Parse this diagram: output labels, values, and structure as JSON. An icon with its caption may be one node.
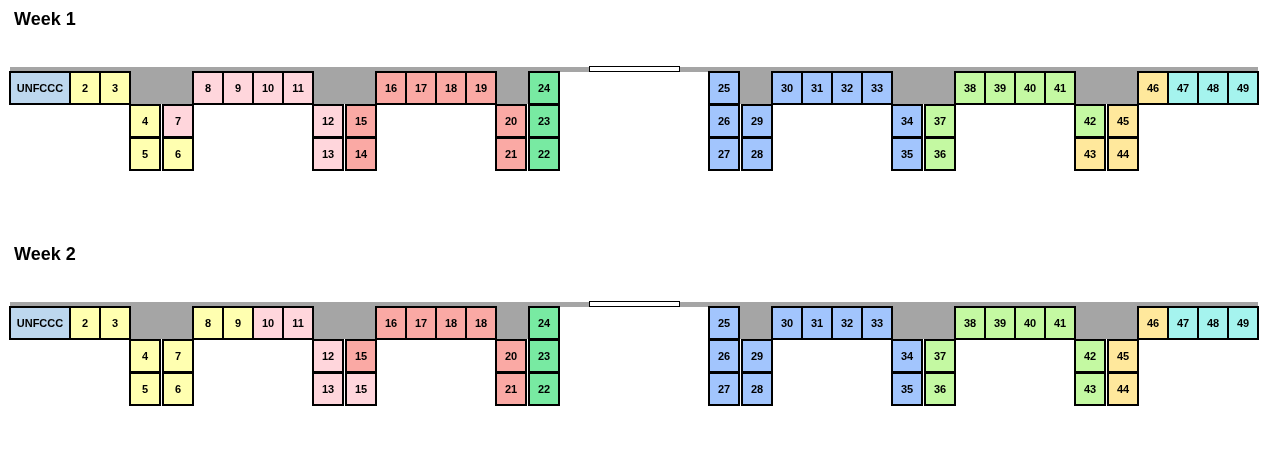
{
  "diagram": {
    "nodes": [
      {
        "text": [
          "UNFCCC"
        ]
      },
      {
        "text": [
          "2"
        ]
      },
      {
        "text": [
          "3"
        ]
      },
      {
        "text": [
          "4"
        ]
      },
      {
        "text": [
          "5"
        ]
      },
      {
        "text": [
          "7"
        ]
      },
      {
        "text": [
          "6"
        ]
      },
      {
        "text": [
          "8"
        ]
      },
      {
        "text": [
          "9"
        ]
      },
      {
        "text": [
          "10"
        ]
      },
      {
        "text": [
          "11"
        ]
      },
      {
        "text": [
          "12"
        ]
      },
      {
        "text": [
          "13"
        ]
      },
      {
        "text": [
          "15"
        ]
      },
      {
        "text": [
          "14"
        ]
      },
      {
        "text": [
          "16"
        ]
      },
      {
        "text": [
          "17"
        ]
      },
      {
        "text": [
          "18"
        ]
      },
      {
        "text": [
          "19"
        ]
      },
      {
        "text": [
          "20"
        ]
      },
      {
        "text": [
          "21"
        ]
      },
      {
        "text": [
          "24"
        ]
      },
      {
        "text": [
          "23"
        ]
      },
      {
        "text": [
          "22"
        ]
      },
      {
        "text": [
          "25"
        ]
      },
      {
        "text": [
          "26"
        ]
      },
      {
        "text": [
          "27"
        ]
      },
      {
        "text": [
          "29"
        ]
      },
      {
        "text": [
          "28"
        ]
      },
      {
        "text": [
          "30"
        ]
      },
      {
        "text": [
          "31"
        ]
      },
      {
        "text": [
          "32"
        ]
      },
      {
        "text": [
          "33"
        ]
      },
      {
        "text": [
          "34"
        ]
      },
      {
        "text": [
          "35"
        ]
      },
      {
        "text": [
          "37"
        ]
      },
      {
        "text": [
          "36"
        ]
      },
      {
        "text": [
          "38"
        ]
      },
      {
        "text": [
          "39"
        ]
      },
      {
        "text": [
          "40"
        ]
      },
      {
        "text": [
          "41"
        ]
      },
      {
        "text": [
          "42"
        ]
      },
      {
        "text": [
          "43"
        ]
      },
      {
        "text": [
          "45"
        ]
      },
      {
        "text": [
          "44"
        ]
      },
      {
        "text": [
          "46"
        ]
      },
      {
        "text": [
          "47"
        ]
      },
      {
        "text": [
          "48"
        ]
      },
      {
        "text": [
          "49"
        ]
      },
      {
        "text": [
          "UNFCCC"
        ]
      },
      {
        "text": [
          "2"
        ]
      },
      {
        "text": [
          "3"
        ]
      },
      {
        "text": [
          "4"
        ]
      },
      {
        "text": [
          "5"
        ]
      },
      {
        "text": [
          "7"
        ]
      },
      {
        "text": [
          "6"
        ]
      },
      {
        "text": [
          "8"
        ]
      },
      {
        "text": [
          "9"
        ]
      },
      {
        "text": [
          "10"
        ]
      },
      {
        "text": [
          "11"
        ]
      },
      {
        "text": [
          "12"
        ]
      },
      {
        "text": [
          "13"
        ]
      },
      {
        "text": [
          "15"
        ]
      },
      {
        "text": [
          "15"
        ]
      },
      {
        "text": [
          "16"
        ]
      },
      {
        "text": [
          "17"
        ]
      },
      {
        "text": [
          "18"
        ]
      },
      {
        "text": [
          "18"
        ]
      },
      {
        "text": [
          "20"
        ]
      },
      {
        "text": [
          "21"
        ]
      },
      {
        "text": [
          "24"
        ]
      },
      {
        "text": [
          "23"
        ]
      },
      {
        "text": [
          "22"
        ]
      },
      {
        "text": [
          "25"
        ]
      },
      {
        "text": [
          "26"
        ]
      },
      {
        "text": [
          "27"
        ]
      },
      {
        "text": [
          "29"
        ]
      },
      {
        "text": [
          "28"
        ]
      },
      {
        "text": [
          "30"
        ]
      },
      {
        "text": [
          "31"
        ]
      },
      {
        "text": [
          "32"
        ]
      },
      {
        "text": [
          "33"
        ]
      },
      {
        "text": [
          "34"
        ]
      },
      {
        "text": [
          "35"
        ]
      },
      {
        "text": [
          "37"
        ]
      },
      {
        "text": [
          "36"
        ]
      },
      {
        "text": [
          "38"
        ]
      },
      {
        "text": [
          "39"
        ]
      },
      {
        "text": [
          "40"
        ]
      },
      {
        "text": [
          "41"
        ]
      },
      {
        "text": [
          "42"
        ]
      },
      {
        "text": [
          "43"
        ]
      },
      {
        "text": [
          "45"
        ]
      },
      {
        "text": [
          "44"
        ]
      },
      {
        "text": [
          "46"
        ]
      },
      {
        "text": [
          "47"
        ]
      },
      {
        "text": [
          "48"
        ]
      },
      {
        "text": [
          "49"
        ]
      }
    ],
    "labels": [
      "Week 1",
      "Week 2"
    ]
  }
}
